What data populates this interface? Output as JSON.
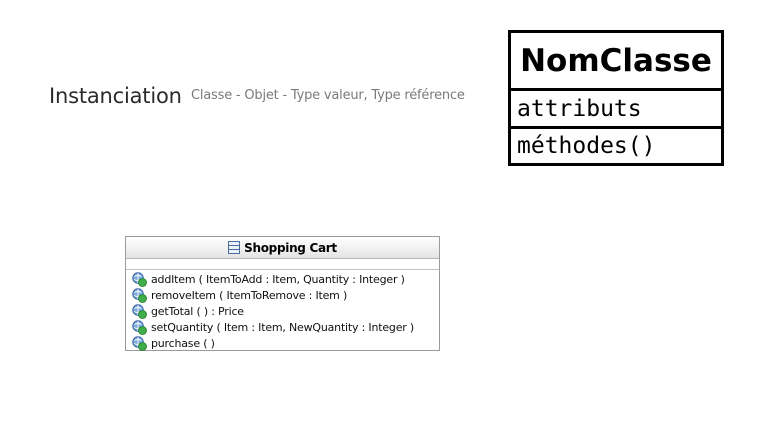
{
  "slide": {
    "title": "Instanciation",
    "subtitle": "Classe - Objet - Type valeur, Type référence"
  },
  "uml_template": {
    "class_name": "NomClasse",
    "attributes": "attributs",
    "methods": "méthodes()"
  },
  "shopping_cart": {
    "class_name": "Shopping Cart",
    "class_icon": "class-icon",
    "operation_icon": "public-operation-icon",
    "operations": [
      "addItem ( ItemToAdd : Item, Quantity : Integer )",
      "removeItem ( ItemToRemove : Item )",
      "getTotal ( ) : Price",
      "setQuantity ( Item : Item, NewQuantity : Integer )",
      "purchase ( )"
    ]
  },
  "colors": {
    "title": "#2b2b2b",
    "subtitle": "#7a7a7a",
    "uml_border": "#000000",
    "cart_border": "#9a9a9a",
    "icon_blue": "#3b6fb6",
    "icon_green": "#2e9a3a"
  }
}
